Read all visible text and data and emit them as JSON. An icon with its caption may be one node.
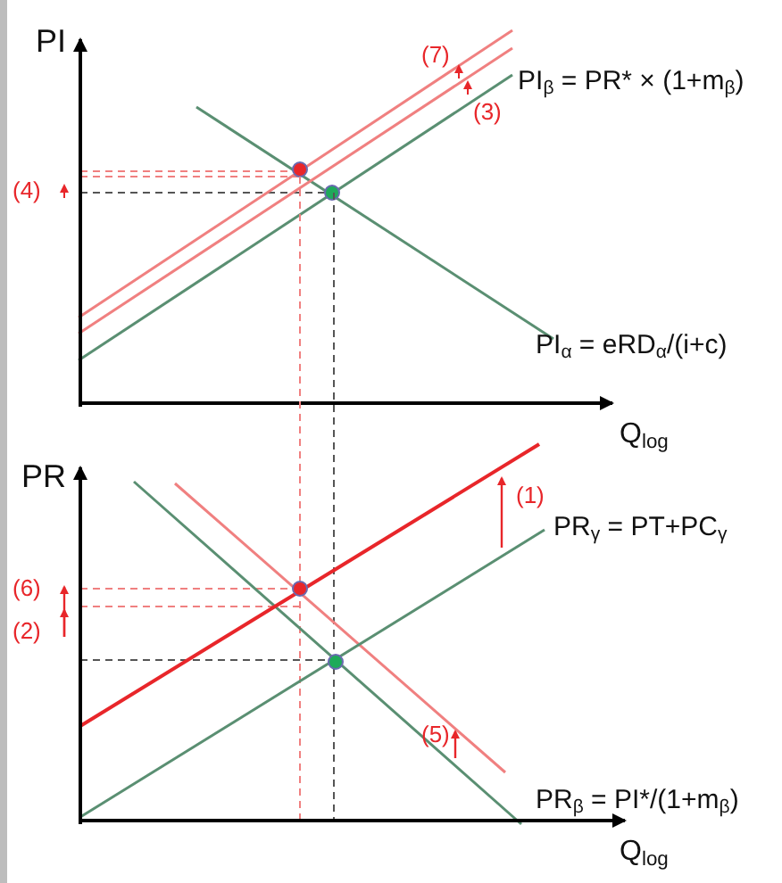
{
  "diagram": {
    "labels": [
      "PI",
      "(7)",
      "PI$_{β}$ = PR* × (1+m$_{β}$)",
      "(3)",
      "(4)",
      "PI$_{α}$ = eRD$_{α}$/(i+c)",
      "Q$_{log}$",
      "PR",
      "(1)",
      "PR$_{γ}$ = PT+PC$_{γ}$",
      "(6)",
      "(2)",
      "(5)",
      "PR$_{β}$ = PI*/(1+m$_{β}$)",
      "Q$_{log}$"
    ]
  }
}
